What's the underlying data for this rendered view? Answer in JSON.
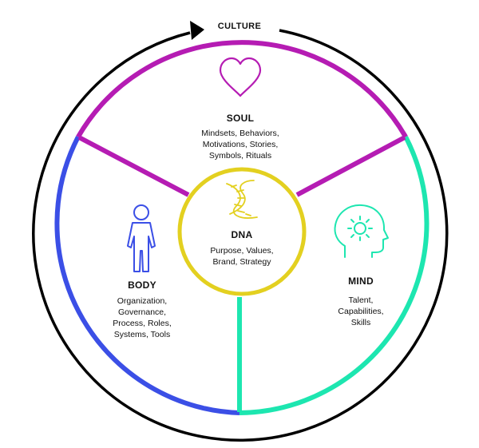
{
  "culture": {
    "label": "CULTURE"
  },
  "colors": {
    "soul": "#b51cb3",
    "body": "#3b4fe6",
    "mind": "#1de6b0",
    "dna": "#e3d020",
    "ring": "#000000"
  },
  "sections": {
    "soul": {
      "title": "SOUL",
      "lines": [
        "Mindsets, Behaviors,",
        "Motivations, Stories,",
        "Symbols, Rituals"
      ],
      "icon": "heart-icon"
    },
    "body": {
      "title": "BODY",
      "lines": [
        "Organization,",
        "Governance,",
        "Process, Roles,",
        "Systems, Tools"
      ],
      "icon": "person-icon"
    },
    "mind": {
      "title": "MIND",
      "lines": [
        "Talent,",
        "Capabilities,",
        "Skills"
      ],
      "icon": "head-lightbulb-icon"
    },
    "dna": {
      "title": "DNA",
      "lines": [
        "Purpose, Values,",
        "Brand, Strategy"
      ],
      "icon": "dna-helix-icon"
    }
  }
}
